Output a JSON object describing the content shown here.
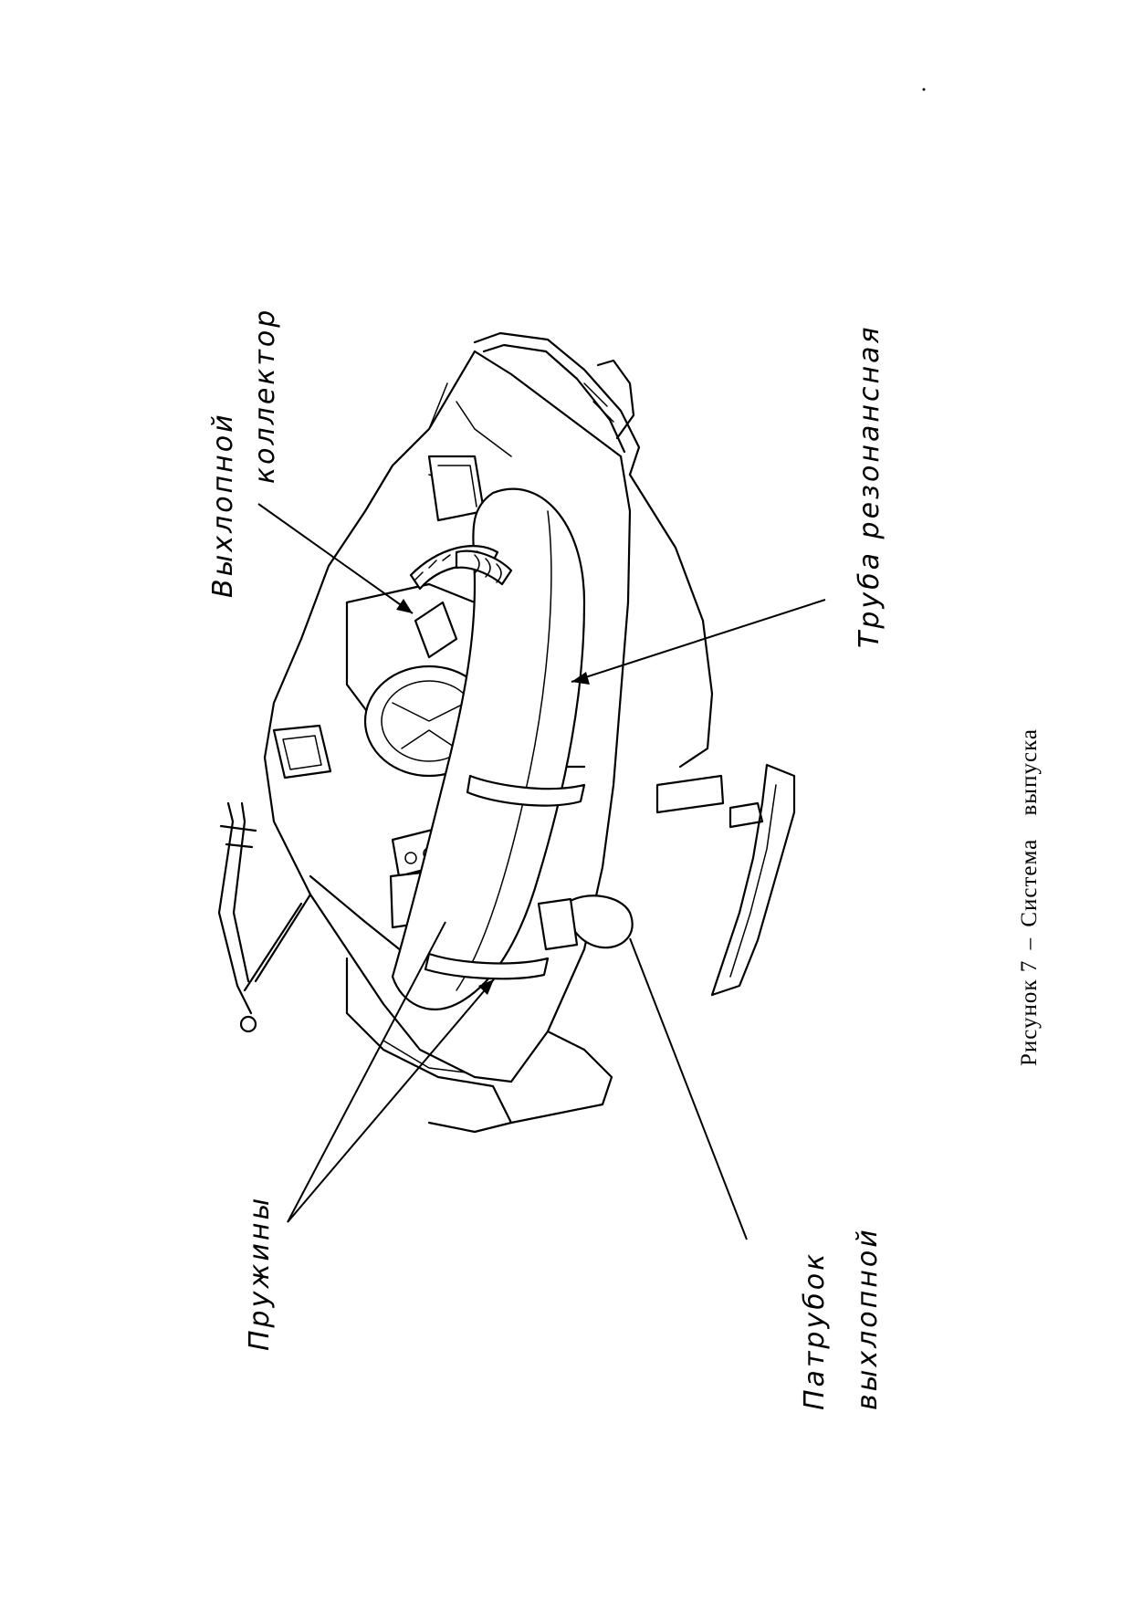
{
  "labels": {
    "exhaust_manifold": [
      "Выхлопной",
      "коллектор"
    ],
    "resonance_pipe": "Труба резонансная",
    "springs": "Пружины",
    "exhaust_outlet": [
      "Патрубок",
      "выхлопной"
    ]
  },
  "caption": {
    "figure": "Рисунок 7",
    "dash": "–",
    "title_word1": "Система",
    "title_word2": "выпуска"
  }
}
